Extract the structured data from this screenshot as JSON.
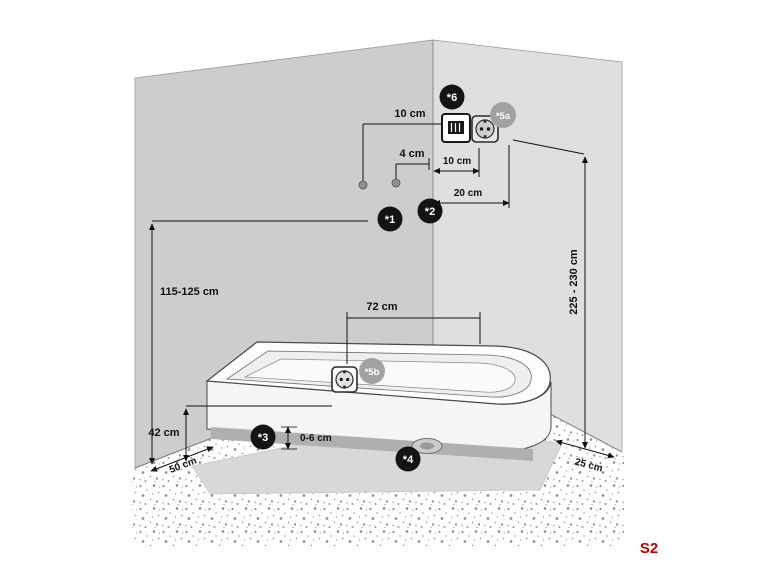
{
  "figure_code": "S2",
  "colors": {
    "marker_black": "#141414",
    "marker_gray": "#a2a2a2",
    "wall_left": "#cdcdcd",
    "wall_right": "#dfdfdf",
    "figure_code_red": "#cc0000"
  },
  "dimensions": {
    "top_offset": "10 cm",
    "pipe_gap": "4 cm",
    "socket_offset_small": "10 cm",
    "socket_offset_large": "20 cm",
    "connection_height": "115-125 cm",
    "ceiling_height": "225 - 230 cm",
    "tub_socket_distance": "72 cm",
    "tub_height": "42 cm",
    "leveling_range": "0-6 cm",
    "floor_clearance_left": "50 cm",
    "floor_clearance_right": "25 cm"
  },
  "markers": {
    "m1": "*1",
    "m2": "*2",
    "m3": "*3",
    "m4": "*4",
    "m5a": "*5a",
    "m5b": "*5b",
    "m6": "*6"
  }
}
